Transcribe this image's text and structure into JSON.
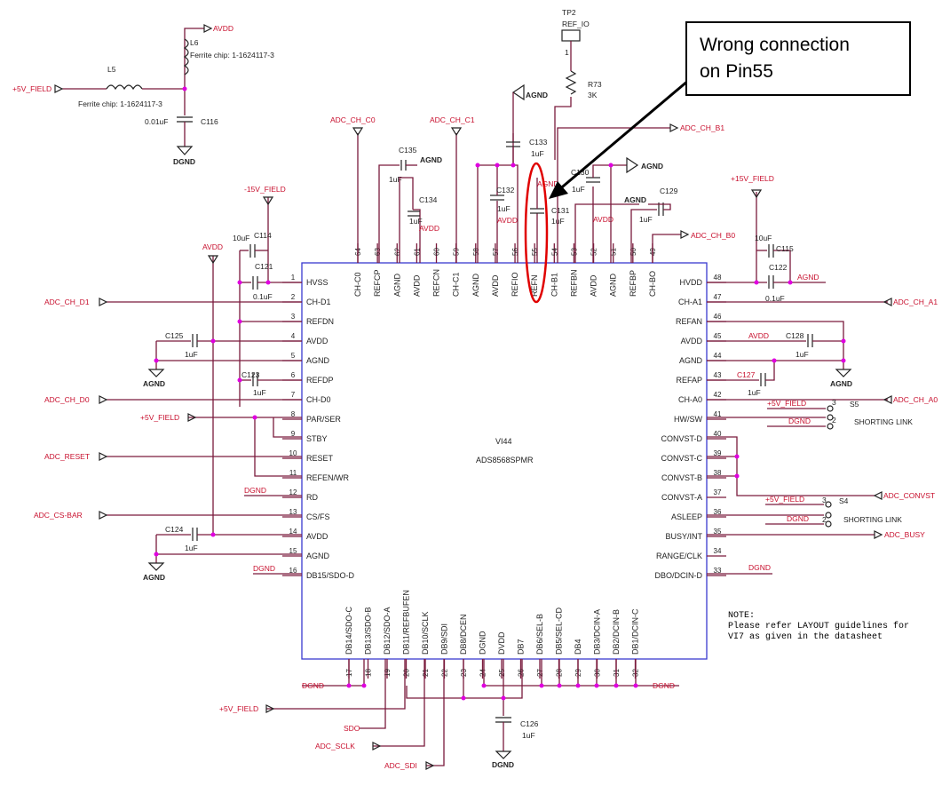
{
  "callout": {
    "line1": "Wrong connection",
    "line2": "on Pin55"
  },
  "chip": {
    "ref": "VI44",
    "part": "ADS8568SPMR"
  },
  "note": {
    "l1": "NOTE:",
    "l2": "Please refer LAYOUT guidelines for",
    "l3": "VI7 as given in the datasheet"
  },
  "left_pins": [
    {
      "n": "1",
      "name": "HVSS"
    },
    {
      "n": "2",
      "name": "CH-D1"
    },
    {
      "n": "3",
      "name": "REFDN"
    },
    {
      "n": "4",
      "name": "AVDD"
    },
    {
      "n": "5",
      "name": "AGND"
    },
    {
      "n": "6",
      "name": "REFDP"
    },
    {
      "n": "7",
      "name": "CH-D0"
    },
    {
      "n": "8",
      "name": "PAR/SER"
    },
    {
      "n": "9",
      "name": "STBY"
    },
    {
      "n": "10",
      "name": "RESET"
    },
    {
      "n": "11",
      "name": "REFEN/WR"
    },
    {
      "n": "12",
      "name": "RD"
    },
    {
      "n": "13",
      "name": "CS/FS"
    },
    {
      "n": "14",
      "name": "AVDD"
    },
    {
      "n": "15",
      "name": "AGND"
    },
    {
      "n": "16",
      "name": "DB15/SDO-D"
    }
  ],
  "right_pins": [
    {
      "n": "48",
      "name": "HVDD"
    },
    {
      "n": "47",
      "name": "CH-A1"
    },
    {
      "n": "46",
      "name": "REFAN"
    },
    {
      "n": "45",
      "name": "AVDD"
    },
    {
      "n": "44",
      "name": "AGND"
    },
    {
      "n": "43",
      "name": "REFAP"
    },
    {
      "n": "42",
      "name": "CH-A0"
    },
    {
      "n": "41",
      "name": "HW/SW"
    },
    {
      "n": "40",
      "name": "CONVST-D"
    },
    {
      "n": "39",
      "name": "CONVST-C"
    },
    {
      "n": "38",
      "name": "CONVST-B"
    },
    {
      "n": "37",
      "name": "CONVST-A"
    },
    {
      "n": "36",
      "name": "ASLEEP"
    },
    {
      "n": "35",
      "name": "BUSY/INT"
    },
    {
      "n": "34",
      "name": "RANGE/CLK"
    },
    {
      "n": "33",
      "name": "DBO/DCIN-D"
    }
  ],
  "top_pins": [
    {
      "n": "64",
      "name": "CH-C0"
    },
    {
      "n": "63",
      "name": "REFCP"
    },
    {
      "n": "62",
      "name": "AGND"
    },
    {
      "n": "61",
      "name": "AVDD"
    },
    {
      "n": "60",
      "name": "REFCN"
    },
    {
      "n": "59",
      "name": "CH-C1"
    },
    {
      "n": "58",
      "name": "AGND"
    },
    {
      "n": "57",
      "name": "AVDD"
    },
    {
      "n": "56",
      "name": "REFIO"
    },
    {
      "n": "55",
      "name": "REFN"
    },
    {
      "n": "54",
      "name": "CH-B1"
    },
    {
      "n": "53",
      "name": "REFBN"
    },
    {
      "n": "52",
      "name": "AVDD"
    },
    {
      "n": "51",
      "name": "AGND"
    },
    {
      "n": "50",
      "name": "REFBP"
    },
    {
      "n": "49",
      "name": "CH-BO"
    }
  ],
  "bottom_pins": [
    {
      "n": "17",
      "name": "DB14/SDO-C"
    },
    {
      "n": "18",
      "name": "DB13/SDO-B"
    },
    {
      "n": "19",
      "name": "DB12/SDO-A"
    },
    {
      "n": "20",
      "name": "DB11/REFBUFEN"
    },
    {
      "n": "21",
      "name": "DB10/SCLK"
    },
    {
      "n": "22",
      "name": "DB9/SDI"
    },
    {
      "n": "23",
      "name": "DB8/DCEN"
    },
    {
      "n": "24",
      "name": "DGND"
    },
    {
      "n": "25",
      "name": "DVDD"
    },
    {
      "n": "26",
      "name": "DB7"
    },
    {
      "n": "27",
      "name": "DB6/SEL-B"
    },
    {
      "n": "28",
      "name": "DB5/SEL-CD"
    },
    {
      "n": "29",
      "name": "DB4"
    },
    {
      "n": "30",
      "name": "DB3/DCIN-A"
    },
    {
      "n": "31",
      "name": "DB2/DCIN-B"
    },
    {
      "n": "32",
      "name": "DB1/DCIN-C"
    }
  ],
  "nets": {
    "avdd_top": "AVDD",
    "fivev_field": "+5V_FIELD",
    "l6": "L6",
    "l6_desc": "Ferrite chip: 1-1624117-3",
    "l5": "L5",
    "l5_desc": "Ferrite chip: 1-1624117-3",
    "c116_val": "0.01uF",
    "c116": "C116",
    "dgnd": "DGND",
    "tp2": "TP2",
    "ref_io": "REF_IO",
    "r73": "R73",
    "r73_val": "3K",
    "one": "1",
    "agnd": "AGND",
    "adc_ch_c0": "ADC_CH_C0",
    "adc_ch_c1": "ADC_CH_C1",
    "adc_ch_b1": "ADC_CH_B1",
    "adc_ch_b0": "ADC_CH_B0",
    "c133": "C133",
    "c135": "C135",
    "c134": "C134",
    "c132": "C132",
    "c130": "C130",
    "c131": "C131",
    "c129": "C129",
    "uf1": "1uF",
    "avdd": "AVDD",
    "minus15": "-15V_FIELD",
    "plus15": "+15V_FIELD",
    "c114": "C114",
    "c121": "C121",
    "c125": "C125",
    "c123": "C123",
    "c124": "C124",
    "c115": "C115",
    "c122": "C122",
    "c128": "C128",
    "c127": "C127",
    "c126": "C126",
    "uf10": "10uF",
    "uf01": "0.1uF",
    "adc_ch_d1": "ADC_CH_D1",
    "adc_ch_d0": "ADC_CH_D0",
    "adc_reset": "ADC_RESET",
    "adc_cs_bar": "ADC_CS-BAR",
    "adc_ch_a1": "ADC_CH_A1",
    "adc_ch_a0": "ADC_CH_A0",
    "adc_convst": "ADC_CONVST",
    "adc_busy": "ADC_BUSY",
    "s5": "S5",
    "s4": "S4",
    "shorting": "SHORTING LINK",
    "n3": "3",
    "n2": "2",
    "sdo": "SDO",
    "adc_sclk": "ADC_SCLK",
    "adc_sdi": "ADC_SDI"
  }
}
